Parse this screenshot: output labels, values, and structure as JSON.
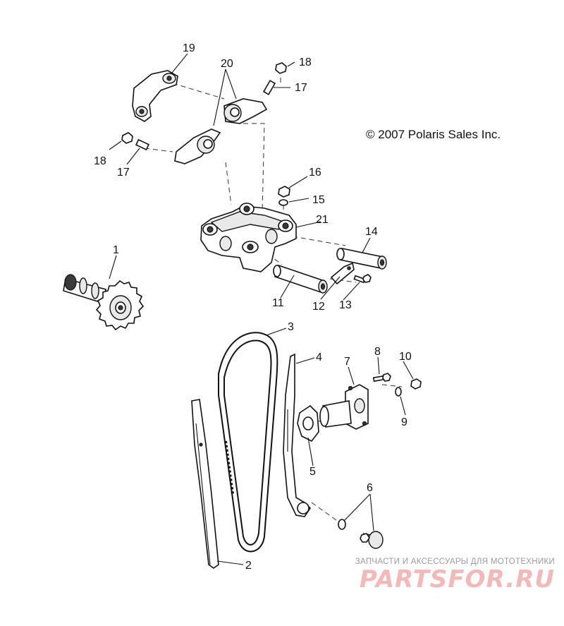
{
  "copyright": "© 2007 Polaris Sales Inc.",
  "watermark": {
    "tagline": "ЗАПЧАСТИ И АКСЕССУАРЫ ДЛЯ МОТОТЕХНИКИ",
    "logo": "PARTSFOR.RU"
  },
  "callouts": {
    "c1": "1",
    "c2": "2",
    "c3": "3",
    "c4": "4",
    "c5": "5",
    "c6": "6",
    "c7": "7",
    "c8": "8",
    "c9": "9",
    "c10": "10",
    "c11": "11",
    "c12": "12",
    "c13": "13",
    "c14": "14",
    "c15": "15",
    "c16": "16",
    "c17a": "17",
    "c17b": "17",
    "c18a": "18",
    "c18b": "18",
    "c19": "19",
    "c20": "20",
    "c21": "21"
  },
  "colors": {
    "line": "#111111",
    "watermark_logo": "#f3b8b8",
    "watermark_text": "#9a9a9a"
  }
}
